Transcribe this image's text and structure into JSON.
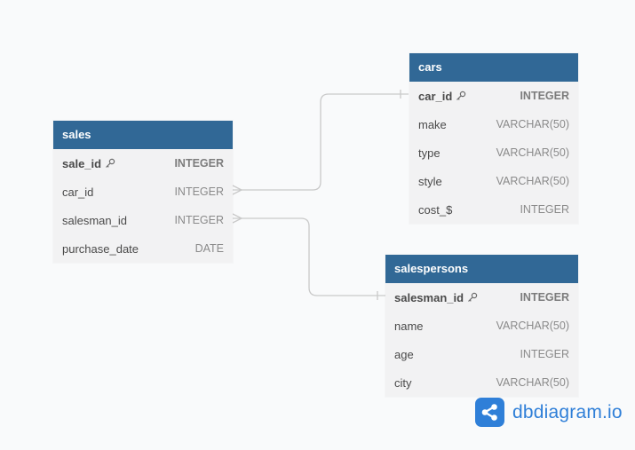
{
  "tables": {
    "cars": {
      "name": "cars",
      "columns": [
        {
          "name": "car_id",
          "type": "INTEGER",
          "pk": true
        },
        {
          "name": "make",
          "type": "VARCHAR(50)"
        },
        {
          "name": "type",
          "type": "VARCHAR(50)"
        },
        {
          "name": "style",
          "type": "VARCHAR(50)"
        },
        {
          "name": "cost_$",
          "type": "INTEGER"
        }
      ]
    },
    "sales": {
      "name": "sales",
      "columns": [
        {
          "name": "sale_id",
          "type": "INTEGER",
          "pk": true
        },
        {
          "name": "car_id",
          "type": "INTEGER"
        },
        {
          "name": "salesman_id",
          "type": "INTEGER"
        },
        {
          "name": "purchase_date",
          "type": "DATE"
        }
      ]
    },
    "salespersons": {
      "name": "salespersons",
      "columns": [
        {
          "name": "salesman_id",
          "type": "INTEGER",
          "pk": true
        },
        {
          "name": "name",
          "type": "VARCHAR(50)"
        },
        {
          "name": "age",
          "type": "INTEGER"
        },
        {
          "name": "city",
          "type": "VARCHAR(50)"
        }
      ]
    }
  },
  "relationships": [
    {
      "from": "sales.car_id",
      "to": "cars.car_id",
      "type": "many-to-one"
    },
    {
      "from": "sales.salesman_id",
      "to": "salespersons.salesman_id",
      "type": "many-to-one"
    }
  ],
  "brand": {
    "name": "dbdiagram.io",
    "color": "#2f7fd8",
    "icon": "share-nodes-icon"
  },
  "colors": {
    "header": "#316896",
    "table_body": "#f2f2f3",
    "connector": "#c9c9c9"
  }
}
